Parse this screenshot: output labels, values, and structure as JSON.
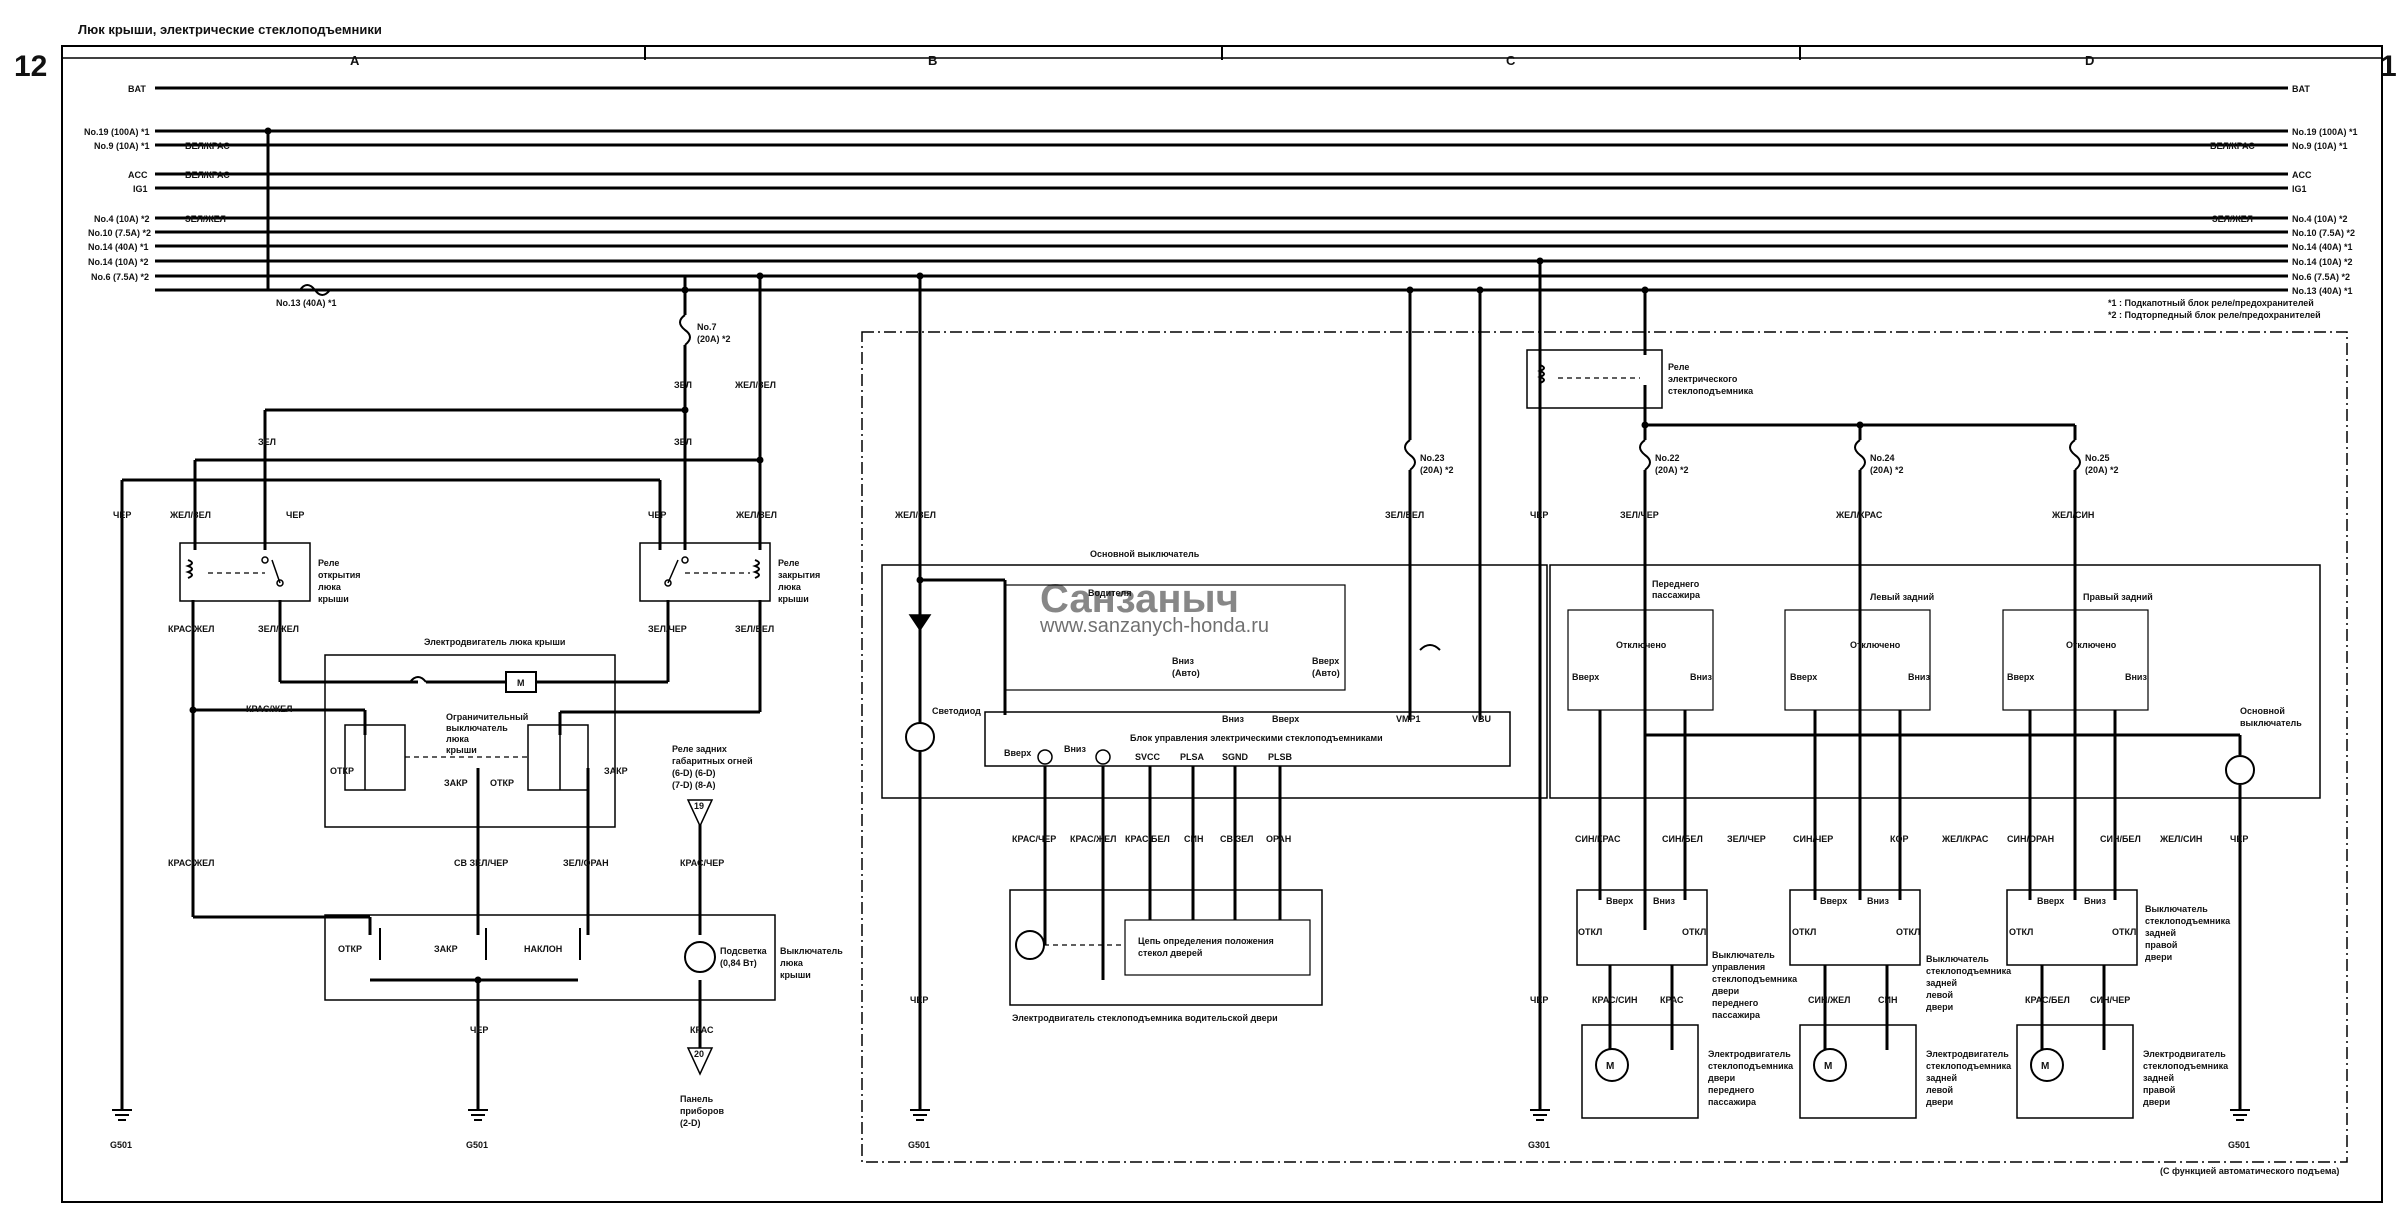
{
  "header": {
    "title": "Люк крыши, электрические стеклоподъемники",
    "page_left": "12",
    "page_right": "1"
  },
  "columns": [
    "A",
    "B",
    "C",
    "D"
  ],
  "watermark": {
    "main": "Санзаныч",
    "url": "www.sanzanych-honda.ru"
  },
  "buses": {
    "bat": "BAT",
    "n19": "No.19 (100A) *1",
    "n9": "No.9 (10A) *1",
    "acc": "ACC",
    "ig1": "IG1",
    "n4": "No.4 (10A) *2",
    "n10": "No.10 (7.5A) *2",
    "n14a": "No.14 (40A) *1",
    "n14b": "No.14 (10A) *2",
    "n6": "No.6 (7.5A) *2",
    "n13": "No.13 (40A) *1",
    "wire_wr": "БЕЛ/КРАС",
    "wire_gy": "ЗЕЛ/ЖЕЛ"
  },
  "notes": {
    "n1": "*1   : Подкапотный блок реле/предохранителей",
    "n2": "*2   : Подторпедный блок реле/предохранителей",
    "auto": "(С функцией автоматического подъема)"
  },
  "fuses": {
    "f13": "No.13 (40A) *1",
    "f7": "No.7",
    "f7b": "(20A) *2",
    "f23": "No.23",
    "f23b": "(20A) *2",
    "f22": "No.22",
    "f22b": "(20A) *2",
    "f24": "No.24",
    "f24b": "(20A) *2",
    "f25": "No.25",
    "f25b": "(20A) *2"
  },
  "wires": {
    "blk": "ЧЕР",
    "yg": "ЖЕЛ/ЗЕЛ",
    "grn": "ЗЕЛ",
    "ry": "КРАС/ЖЕЛ",
    "gy": "ЗЕЛ/ЖЕЛ",
    "gb": "ЗЕЛ/ЧЕР",
    "gw": "ЗЕЛ/БЕЛ",
    "lg_gb": "СВ ЗЕЛ/ЧЕР",
    "go": "ЗЕЛ/ОРАН",
    "rb": "КРАС/ЧЕР",
    "red": "КРАС",
    "rb2": "КРАС/ЧЕР",
    "ry2": "КРАС/ЖЕЛ",
    "rw": "КРАС/БЕЛ",
    "blu": "СИН",
    "lg": "СВ ЗЕЛ",
    "org": "ОРАН",
    "yr": "ЖЕЛ/КРАС",
    "yb": "ЖЕЛ/СИН",
    "br": "СИН/КРАС",
    "bw": "СИН/БЕЛ",
    "bb": "СИН/ЧЕР",
    "brn": "КОР",
    "bo": "СИН/ОРАН",
    "rbl": "КРАС/СИН",
    "by": "СИН/ЖЕЛ",
    "rw2": "КРАС/БЕЛ",
    "bb2": "СИН/ЧЕР"
  },
  "components": {
    "relay_open": [
      "Реле",
      "открытия",
      "люка",
      "крыши"
    ],
    "relay_close": [
      "Реле",
      "закрытия",
      "люка",
      "крыши"
    ],
    "motor": "Электродвигатель люка крыши",
    "limit": [
      "Ограничительный",
      "выключатель",
      "люка",
      "крыши"
    ],
    "open": "ОТКР",
    "close": "ЗАКР",
    "tilt": "НАКЛОН",
    "sunroof_switch": [
      "Выключатель",
      "люка",
      "крыши"
    ],
    "backlight": [
      "Подсветка",
      "(0,84 Вт)"
    ],
    "tail_relay": [
      "Реле задних",
      "габаритных огней",
      "(6-D) (6-D)",
      "(7-D) (8-A)"
    ],
    "panel": [
      "Панель",
      "приборов",
      "(2-D)"
    ],
    "c19": "19",
    "c20": "20",
    "main_switch": "Основной выключатель",
    "driver": "Водителя",
    "down_auto": [
      "Вниз",
      "(Авто)"
    ],
    "up_auto": [
      "Вверх",
      "(Авто)"
    ],
    "down": "Вниз",
    "up": "Вверх",
    "vmp1": "VMP1",
    "vbu": "VBU",
    "led": "Светодиод",
    "control_unit": "Блок управления электрическими стеклоподъемниками",
    "svcc": "SVCC",
    "plsa": "PLSA",
    "sgnd": "SGND",
    "plsb": "PLSB",
    "door_circuit": [
      "Цепь определения положения",
      "стекол дверей"
    ],
    "driver_motor": "Электродвигатель стеклоподъемника водительской двери",
    "pw_relay": [
      "Реле",
      "электрического",
      "стеклоподъемника"
    ],
    "front_pass": [
      "Переднего",
      "пассажира"
    ],
    "rear_left": "Левый задний",
    "rear_right": "Правый задний",
    "off": "Отключено",
    "main_switch2": [
      "Основной",
      "выключатель"
    ],
    "sw_off": "ОТКЛ",
    "sw_fp": [
      "Выключатель",
      "управления",
      "стеклоподъемника",
      "двери",
      "переднего",
      "пассажира"
    ],
    "sw_rl": [
      "Выключатель",
      "стеклоподъемника",
      "задней",
      "левой",
      "двери"
    ],
    "sw_rr": [
      "Выключатель",
      "стеклоподъемника",
      "задней",
      "правой",
      "двери"
    ],
    "m_fp": [
      "Электродвигатель",
      "стеклоподъемника",
      "двери",
      "переднего",
      "пассажира"
    ],
    "m_rl": [
      "Электродвигатель",
      "стеклоподъемника",
      "задней",
      "левой",
      "двери"
    ],
    "m_rr": [
      "Электродвигатель",
      "стеклоподъемника",
      "задней",
      "правой",
      "двери"
    ],
    "motor_m": "M"
  },
  "grounds": {
    "g501a": "G501",
    "g501b": "G501",
    "g501c": "G501",
    "g301": "G301",
    "g501d": "G501"
  }
}
